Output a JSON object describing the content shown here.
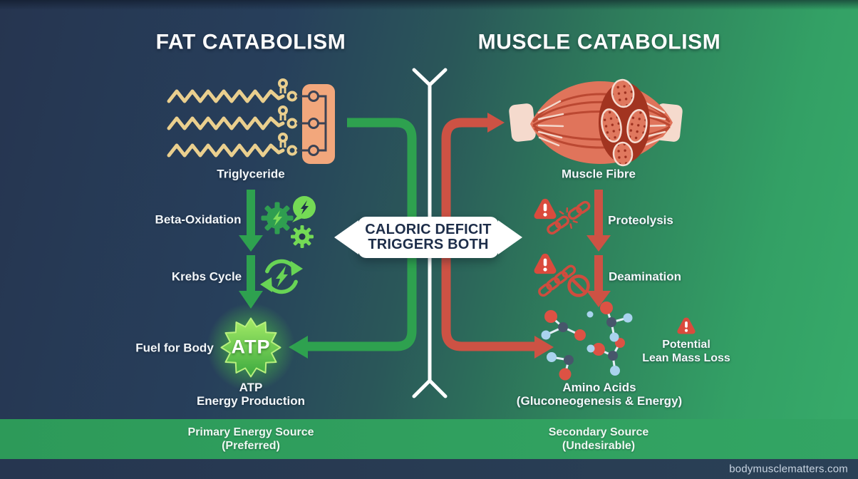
{
  "fat": {
    "title": "FAT CATABOLISM",
    "triglyceride": "Triglyceride",
    "beta_oxidation": "Beta-Oxidation",
    "krebs_cycle": "Krebs Cycle",
    "fuel_for_body": "Fuel for Body",
    "atp_badge": "ATP",
    "atp_caption_line1": "ATP",
    "atp_caption_line2": "Energy Production"
  },
  "muscle": {
    "title": "MUSCLE CATABOLISM",
    "muscle_fibre": "Muscle Fibre",
    "proteolysis": "Proteolysis",
    "deamination": "Deamination",
    "amino_line1": "Amino Acids",
    "amino_line2": "(Gluconeogenesis & Energy)",
    "risk_line1": "Potential",
    "risk_line2": "Lean Mass Loss"
  },
  "center_banner": {
    "line1": "CALORIC DEFICIT",
    "line2": "TRIGGERS BOTH"
  },
  "legend": {
    "primary_line1": "Primary Energy Source",
    "primary_line2": "(Preferred)",
    "secondary_line1": "Secondary Source",
    "secondary_line2": "(Undesirable)"
  },
  "footer": {
    "website": "bodymusclematters.com"
  },
  "colors": {
    "background_navy": "#263550",
    "background_green": "#35a768",
    "fat_path_green": "#2ea14f",
    "muscle_path_red": "#cd5244",
    "divider_white": "#ffffff",
    "banner_bg": "#ffffff",
    "banner_text": "#1d2d49",
    "legend_band_green": "#2f9f5f",
    "footer_bar_navy": "#28374f",
    "atp_glow_green": "#5fd649",
    "triglyceride_tan": "#eacf8e",
    "glycerol_orange": "#f2a77c",
    "warning_red": "#da4b3d",
    "muscle_body_salmon": "#e0745b"
  }
}
